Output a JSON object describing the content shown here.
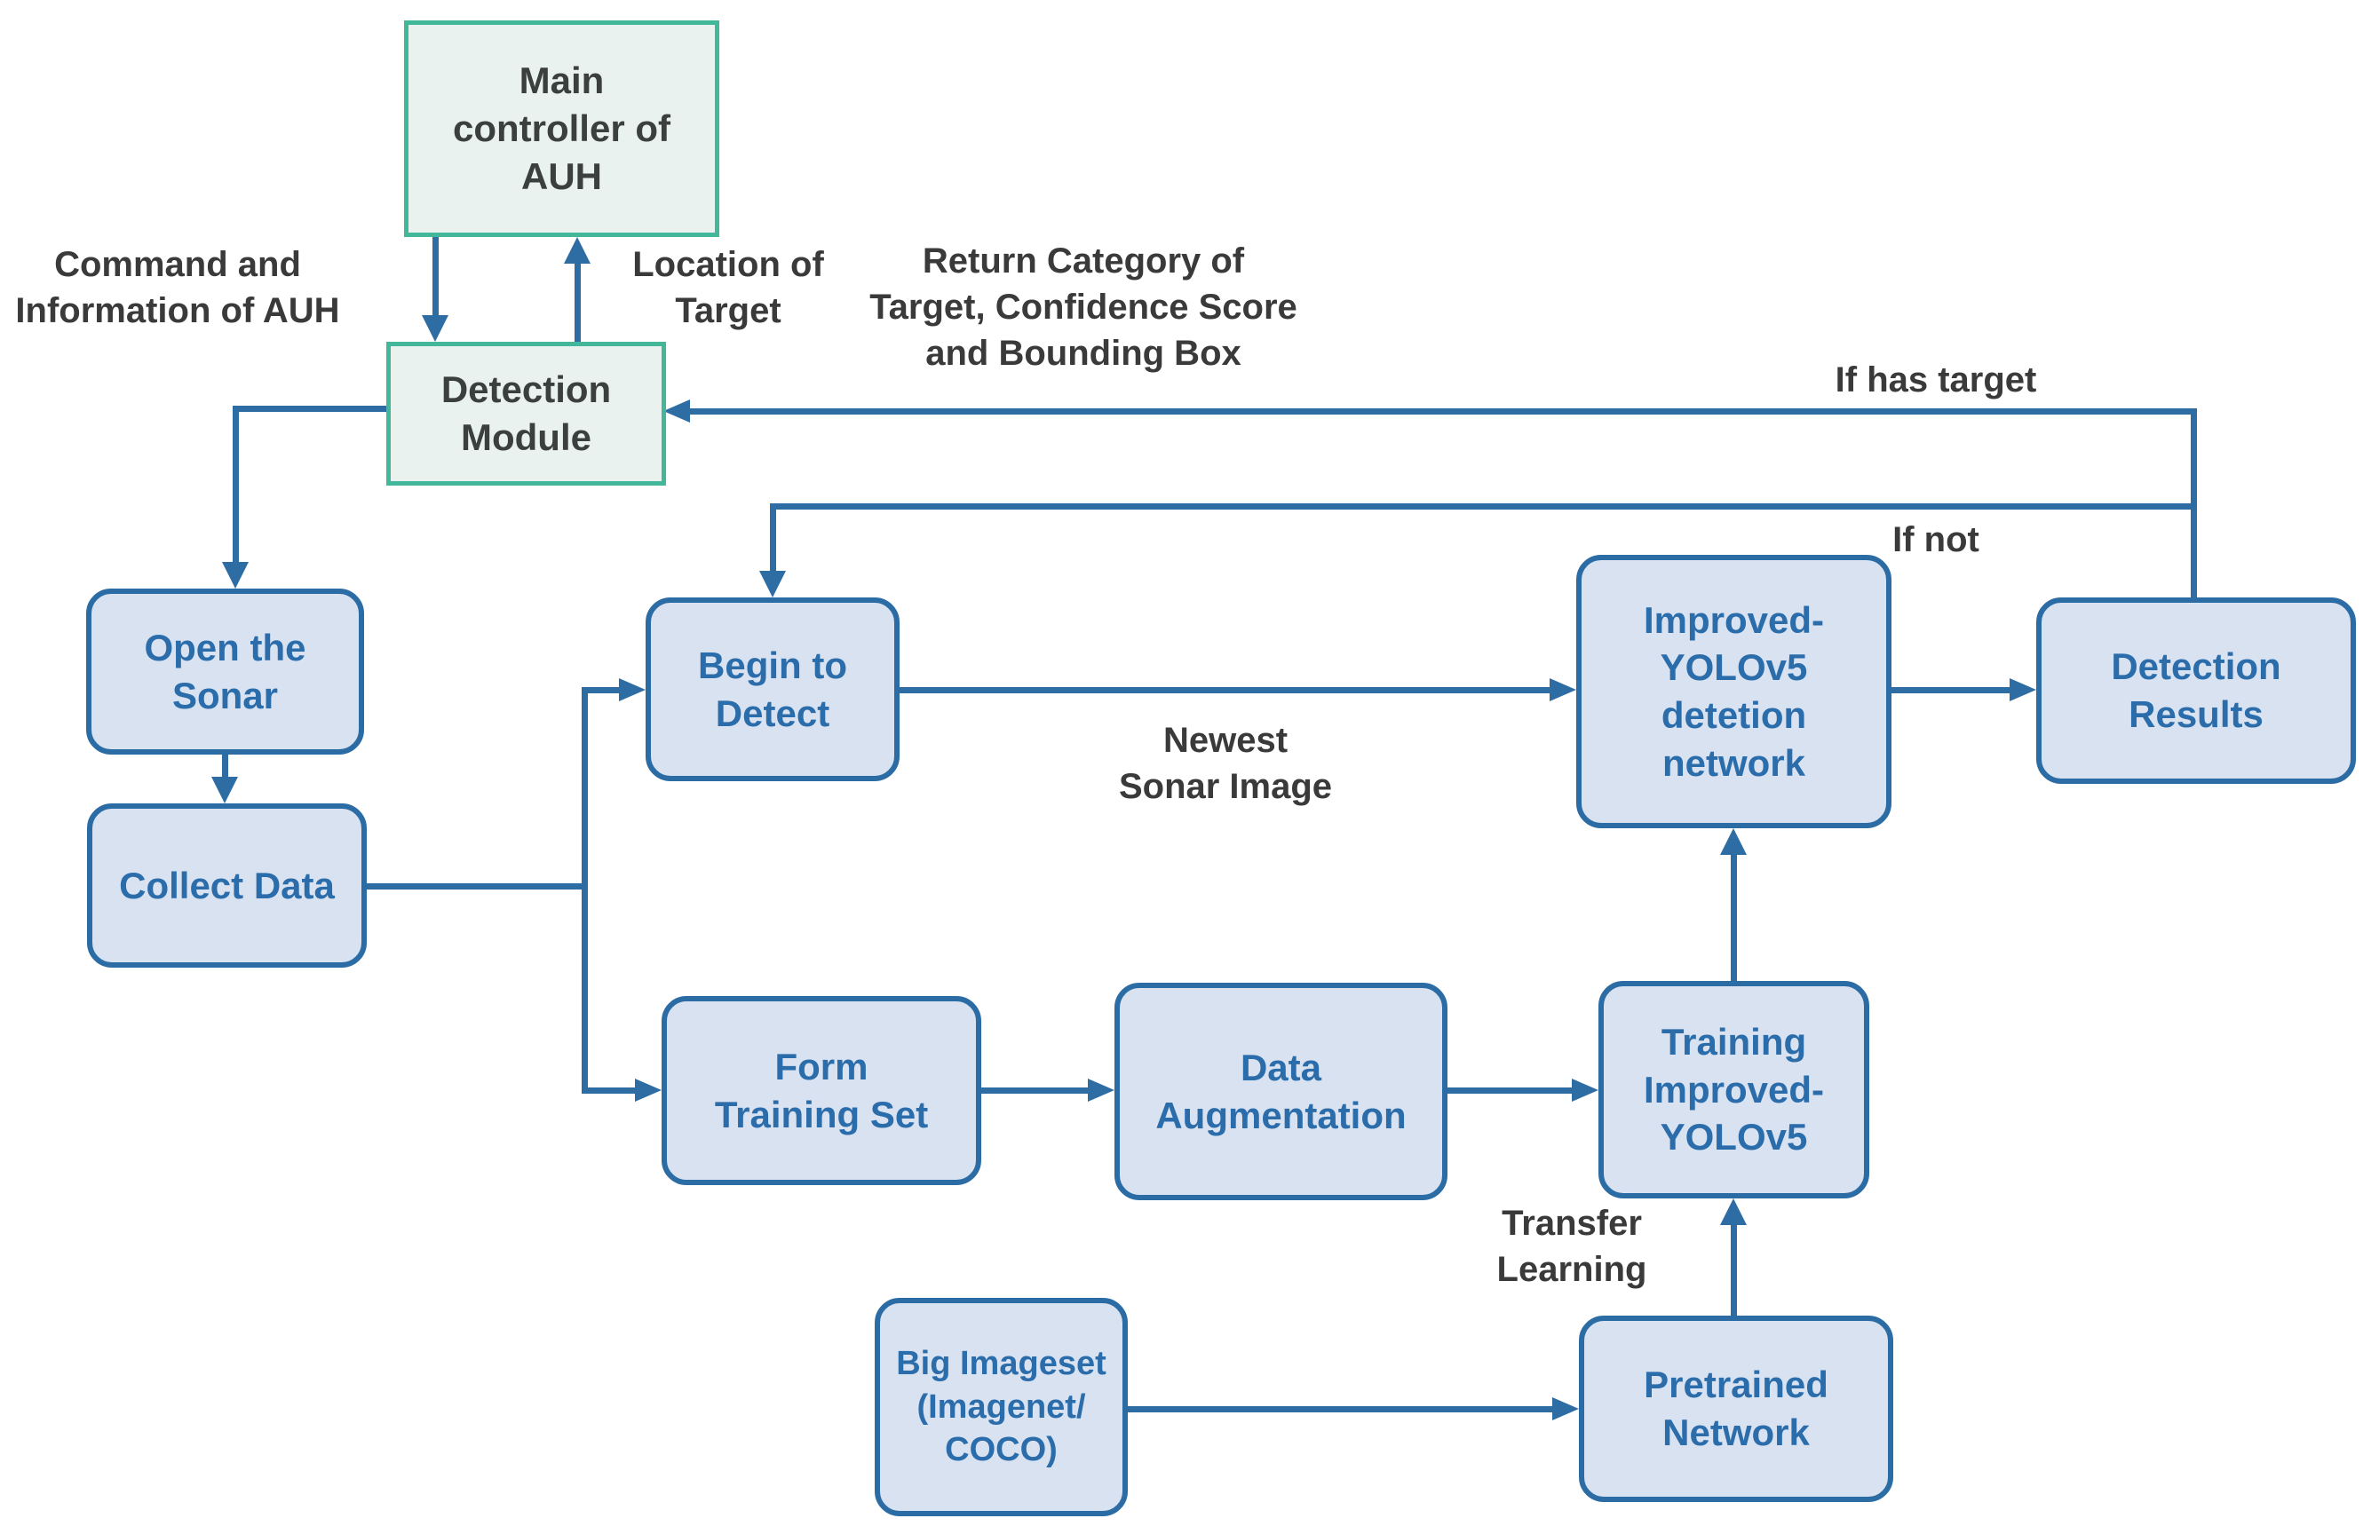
{
  "colors": {
    "edge": "#2e6da4",
    "blue_node_fill": "#d8e2f1",
    "blue_node_border": "#2c6ca5",
    "blue_node_text": "#2b6cab",
    "green_node_fill": "#e9f2ee",
    "green_node_border": "#43b79a",
    "green_node_text": "#3b3f3e",
    "annotation_text": "#3a3a3a"
  },
  "nodes": {
    "main_controller": "Main\ncontroller of\nAUH",
    "detection_module": "Detection\nModule",
    "open_sonar": "Open the\nSonar",
    "collect_data": "Collect Data",
    "begin_detect": "Begin to\nDetect",
    "improved_network": "Improved-\nYOLOv5\ndetetion\nnetwork",
    "detection_results": "Detection\nResults",
    "form_training_set": "Form\nTraining Set",
    "data_augmentation": "Data\nAugmentation",
    "training_improved": "Training\nImproved-\nYOLOv5",
    "big_imageset": "Big Imageset\n(Imagenet/\nCOCO)",
    "pretrained_network": "Pretrained\nNetwork"
  },
  "annotations": {
    "command_info": "Command and\nInformation of AUH",
    "location_target": "Location of\nTarget",
    "return_category": "Return Category of\nTarget, Confidence Score\nand  Bounding Box",
    "if_has_target": "If has target",
    "if_not": "If not",
    "newest_sonar": "Newest\nSonar Image",
    "transfer_learning": "Transfer\nLearning"
  }
}
